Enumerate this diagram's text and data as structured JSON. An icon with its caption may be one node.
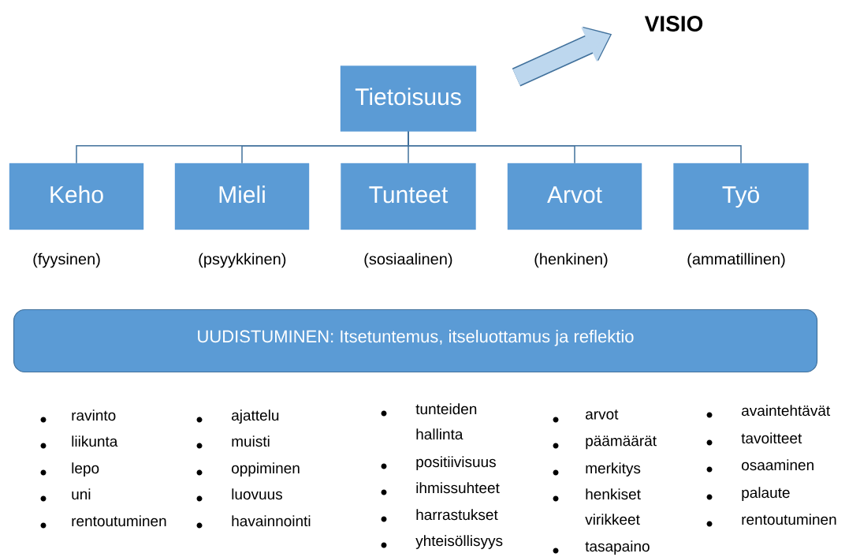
{
  "diagram": {
    "nodes": [
      {
        "text": [
          "Tietoisuus"
        ]
      },
      {
        "text": [
          "Keho"
        ],
        "beside": [
          "(fyysinen)"
        ]
      },
      {
        "text": [
          "Mieli"
        ],
        "beside": [
          "(psyykkinen)"
        ]
      },
      {
        "text": [
          "Tunteet"
        ],
        "beside": [
          "(sosiaalinen)"
        ]
      },
      {
        "text": [
          "Arvot"
        ],
        "beside": [
          "(henkinen)"
        ]
      },
      {
        "text": [
          "Työ"
        ],
        "beside": [
          "(ammatillinen)"
        ]
      },
      {
        "text": [
          "VISIO"
        ]
      },
      {
        "text": [
          "UUDISTUMINEN: Itsetuntemus, itseluottamus ja reflektio"
        ]
      }
    ],
    "edges": [
      {
        "from": 0,
        "to": 1,
        "arrow": "none"
      },
      {
        "from": 0,
        "to": 2,
        "arrow": "none"
      },
      {
        "from": 0,
        "to": 3,
        "arrow": "none"
      },
      {
        "from": 0,
        "to": 4,
        "arrow": "none"
      },
      {
        "from": 0,
        "to": 5,
        "arrow": "none"
      },
      {
        "from": null,
        "to": 6,
        "arrow": "to",
        "style": "thick"
      }
    ],
    "labels": [
      "ravinto",
      "liikunta",
      "lepo",
      "uni",
      "rentoutuminen",
      "ajattelu",
      "muisti",
      "oppiminen",
      "luovuus",
      "havainnointi",
      "tunteiden hallinta",
      "positiivisuus",
      "ihmissuhteet",
      "harrastukset",
      "yhteisöllisyys",
      "arvot",
      "päämäärät",
      "merkitys",
      "henkiset virikkeet",
      "tasapaino",
      "avaintehtävät",
      "tavoitteet",
      "osaaminen",
      "palaute",
      "rentoutuminen"
    ]
  }
}
